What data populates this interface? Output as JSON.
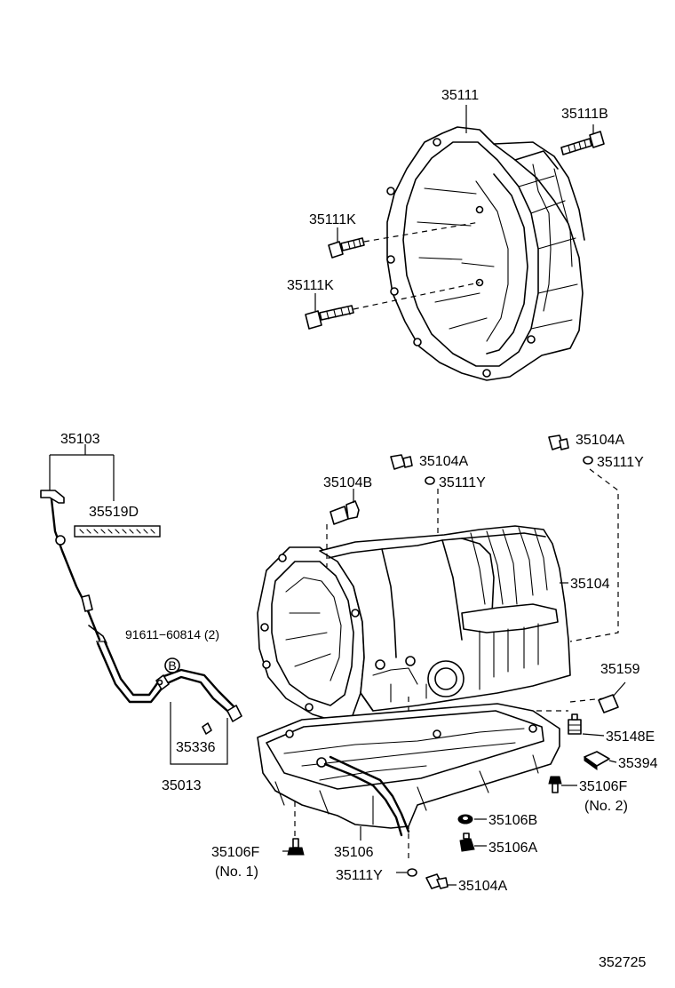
{
  "parts": {
    "p35111": "35111",
    "p35111B": "35111B",
    "p35111K_a": "35111K",
    "p35111K_b": "35111K",
    "p35103": "35103",
    "p35519D": "35519D",
    "p35104B": "35104B",
    "p35104A_a": "35104A",
    "p35111Y_a": "35111Y",
    "p35104A_b": "35104A",
    "p35111Y_b": "35111Y",
    "p35104": "35104",
    "p91611": "91611−60814 (2)",
    "circleB": "B",
    "p35159": "35159",
    "p35336": "35336",
    "p35148E": "35148E",
    "p35013": "35013",
    "p35394": "35394",
    "p35106F_2": "35106F",
    "no2": "(No. 2)",
    "p35106B": "35106B",
    "p35106F_1": "35106F",
    "p35106": "35106",
    "p35106A": "35106A",
    "no1": "(No. 1)",
    "p35111Y_c": "35111Y",
    "p35104A_c": "35104A",
    "diagram_number": "352725"
  }
}
